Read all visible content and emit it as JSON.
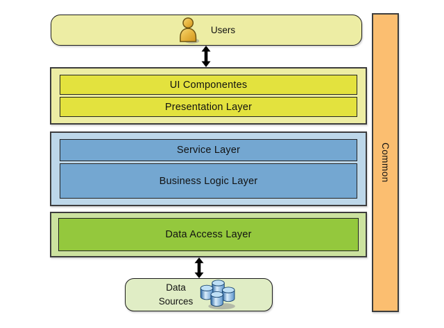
{
  "diagram": {
    "title_hint": "Layered architecture diagram",
    "users_box": {
      "label": "Users",
      "icon": "user-icon"
    },
    "layers": {
      "presentation": {
        "items": [
          {
            "label": "UI Componentes"
          },
          {
            "label": "Presentation Layer"
          }
        ]
      },
      "business": {
        "items": [
          {
            "label": "Service Layer"
          },
          {
            "label": "Business Logic Layer"
          }
        ]
      },
      "data": {
        "items": [
          {
            "label": "Data Access Layer"
          }
        ]
      }
    },
    "data_sources": {
      "line1": "Data",
      "line2": "Sources",
      "icon": "database-icon"
    },
    "common_bar": {
      "label": "Common"
    },
    "colors": {
      "pale_yellow": "#EDEDA4",
      "yellow": "#E3E23E",
      "pale_blue": "#BDD7E9",
      "blue": "#74A7D1",
      "pale_green": "#CCE29F",
      "green": "#94C83D",
      "sources_green": "#E0EDC5",
      "orange": "#FBBE70",
      "arrow_black": "#000000"
    }
  }
}
